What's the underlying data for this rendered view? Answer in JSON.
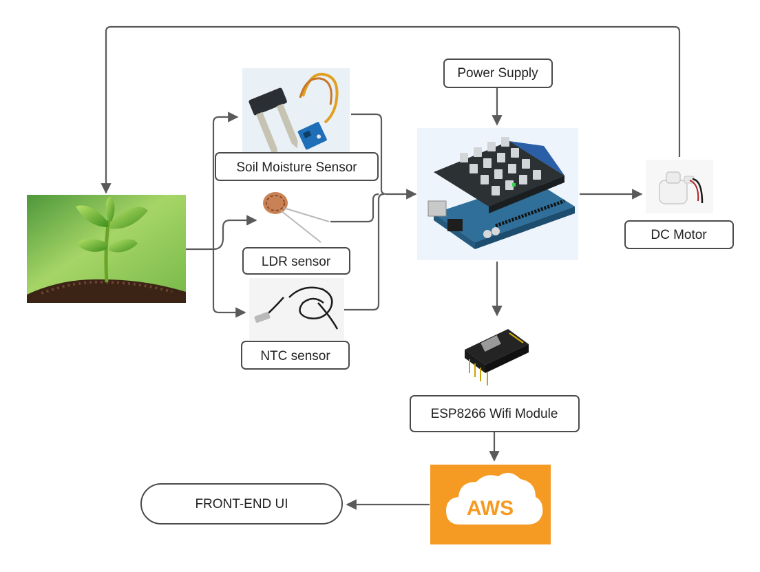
{
  "labels": {
    "soil_moisture": "Soil Moisture Sensor",
    "ldr": "LDR sensor",
    "ntc": "NTC sensor",
    "power_supply": "Power Supply",
    "dc_motor": "DC Motor",
    "esp8266": "ESP8266 Wifi Module",
    "frontend": "FRONT-END UI",
    "aws": "AWS"
  },
  "colors": {
    "line": "#5a5a5a",
    "box_border": "#4a4a4a",
    "aws_orange": "#f59a23",
    "arduino_blue": "#2f6f9a",
    "shield_dark": "#2c3134",
    "plant_green": "#5aa427",
    "soil_brown": "#4a2a1a"
  },
  "icons": {
    "plant": "plant-seedling-image",
    "soil_sensor": "soil-moisture-probe-image",
    "ldr": "photoresistor-image",
    "ntc": "ntc-thermistor-probe-image",
    "arduino": "arduino-board-with-shield-image",
    "motor": "water-pump-motor-image",
    "esp": "esp8266-module-image",
    "aws_cloud": "aws-cloud-logo"
  }
}
